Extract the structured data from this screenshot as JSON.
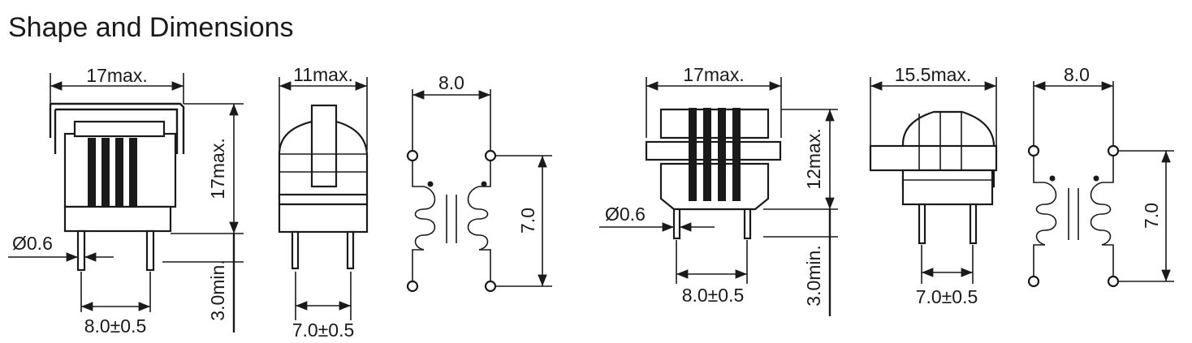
{
  "title": "Shape and Dimensions",
  "left_set": {
    "front_width": "17max.",
    "front_height": "17max.",
    "pin_diameter": "Ø0.6",
    "pin_pitch": "8.0±0.5",
    "pin_length": "3.0min.",
    "side_width": "11max.",
    "side_pitch": "7.0±0.5",
    "schematic_width": "8.0",
    "schematic_height": "7.0"
  },
  "right_set": {
    "front_width": "17max.",
    "front_height": "12max.",
    "pin_diameter": "Ø0.6",
    "pin_pitch": "8.0±0.5",
    "pin_length": "3.0min.",
    "side_width": "15.5max.",
    "side_pitch": "7.0±0.5",
    "schematic_width": "8.0",
    "schematic_height": "7.0"
  }
}
